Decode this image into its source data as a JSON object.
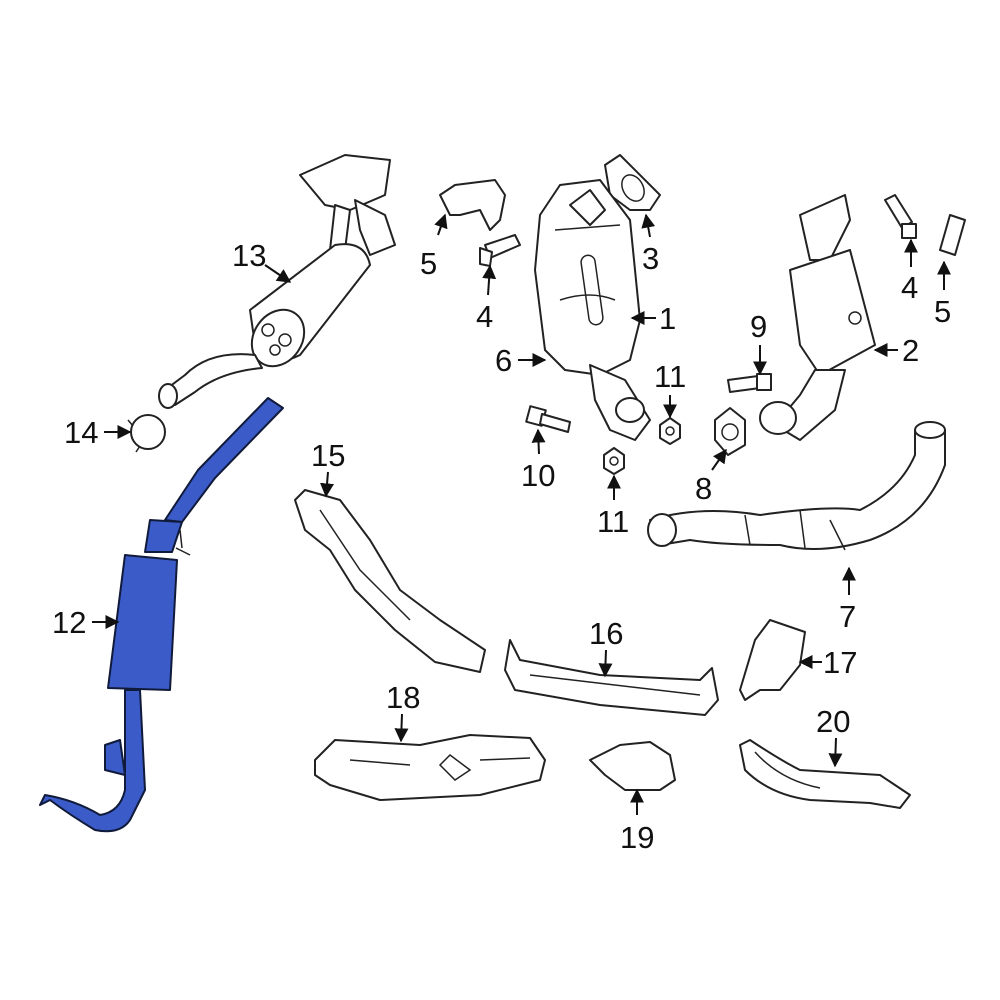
{
  "diagram": {
    "highlight_color": "#3b5cc8",
    "highlighted_part": "12",
    "callouts": [
      "13",
      "5",
      "3",
      "4",
      "1",
      "6",
      "9",
      "2",
      "4",
      "5",
      "11",
      "14",
      "10",
      "8",
      "11",
      "15",
      "7",
      "12",
      "16",
      "17",
      "18",
      "20",
      "19"
    ]
  }
}
